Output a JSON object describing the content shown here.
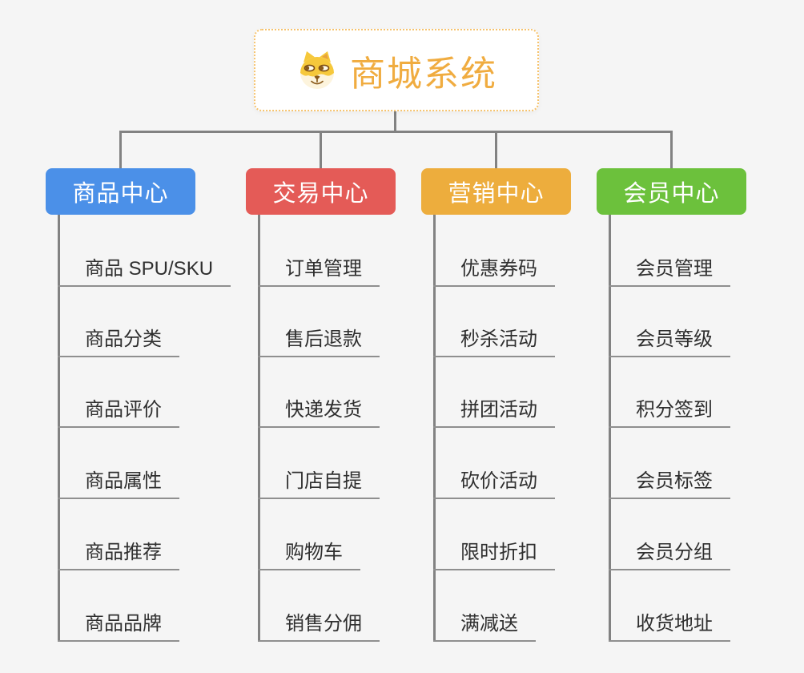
{
  "root": {
    "title": "商城系统",
    "icon": "shiba-dog-icon"
  },
  "colors": {
    "background": "#f5f5f5",
    "root_text": "#f0ac40",
    "root_border": "#f6c36e",
    "connector": "#828282",
    "leaf_underline": "#8f8f8f",
    "leaf_text": "#2f2f2f"
  },
  "branches": [
    {
      "id": "product-center",
      "label": "商品中心",
      "color": "#4b90e8",
      "items": [
        "商品 SPU/SKU",
        "商品分类",
        "商品评价",
        "商品属性",
        "商品推荐",
        "商品品牌"
      ]
    },
    {
      "id": "trade-center",
      "label": "交易中心",
      "color": "#e45b57",
      "items": [
        "订单管理",
        "售后退款",
        "快递发货",
        "门店自提",
        "购物车",
        "销售分佣"
      ]
    },
    {
      "id": "marketing-center",
      "label": "营销中心",
      "color": "#edad3d",
      "items": [
        "优惠券码",
        "秒杀活动",
        "拼团活动",
        "砍价活动",
        "限时折扣",
        "满减送"
      ]
    },
    {
      "id": "member-center",
      "label": "会员中心",
      "color": "#6cc13c",
      "items": [
        "会员管理",
        "会员等级",
        "积分签到",
        "会员标签",
        "会员分组",
        "收货地址"
      ]
    }
  ]
}
